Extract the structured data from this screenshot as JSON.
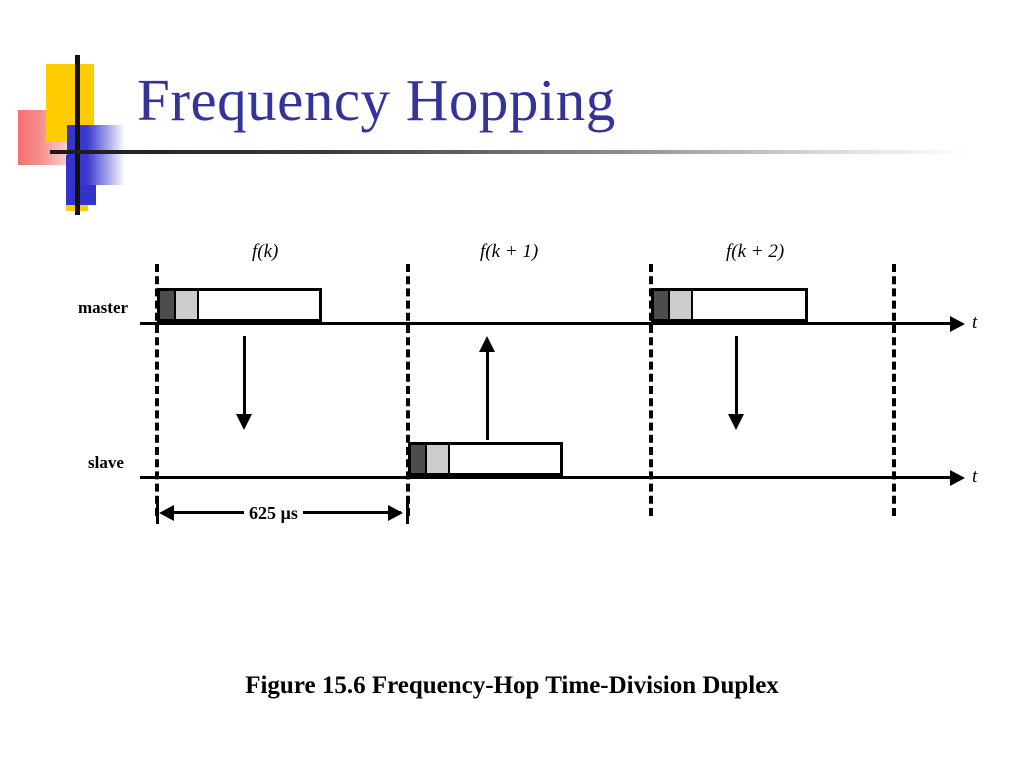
{
  "slide": {
    "title": "Frequency Hopping",
    "title_color": "#333399",
    "logo": {
      "yellow": "#FFCC00",
      "red": "#F4706E",
      "blue": "#3333CC",
      "line": "#111111"
    }
  },
  "figure": {
    "caption": "Figure 15.6  Frequency-Hop Time-Division Duplex",
    "rows": [
      {
        "label": "master",
        "axis_tick_label": "t"
      },
      {
        "label": "slave",
        "axis_tick_label": "t"
      }
    ],
    "frequency_labels": [
      {
        "text": "f(k)"
      },
      {
        "text": "f(k + 1)"
      },
      {
        "text": "f(k + 2)"
      }
    ],
    "dimension": {
      "label": "625 µs"
    },
    "packet_colors": {
      "header_dark": "#4d4d4d",
      "header_light": "#cccccc",
      "payload": "#ffffff",
      "outline": "#000000"
    },
    "packets": [
      {
        "owner": "master",
        "slot": "f(k)"
      },
      {
        "owner": "slave",
        "slot": "f(k + 1)"
      },
      {
        "owner": "master",
        "slot": "f(k + 2)"
      }
    ],
    "transfer_arrows": [
      {
        "direction": "down",
        "from": "master",
        "to": "slave"
      },
      {
        "direction": "up",
        "from": "slave",
        "to": "master"
      },
      {
        "direction": "down",
        "from": "master",
        "to": "slave"
      }
    ]
  }
}
